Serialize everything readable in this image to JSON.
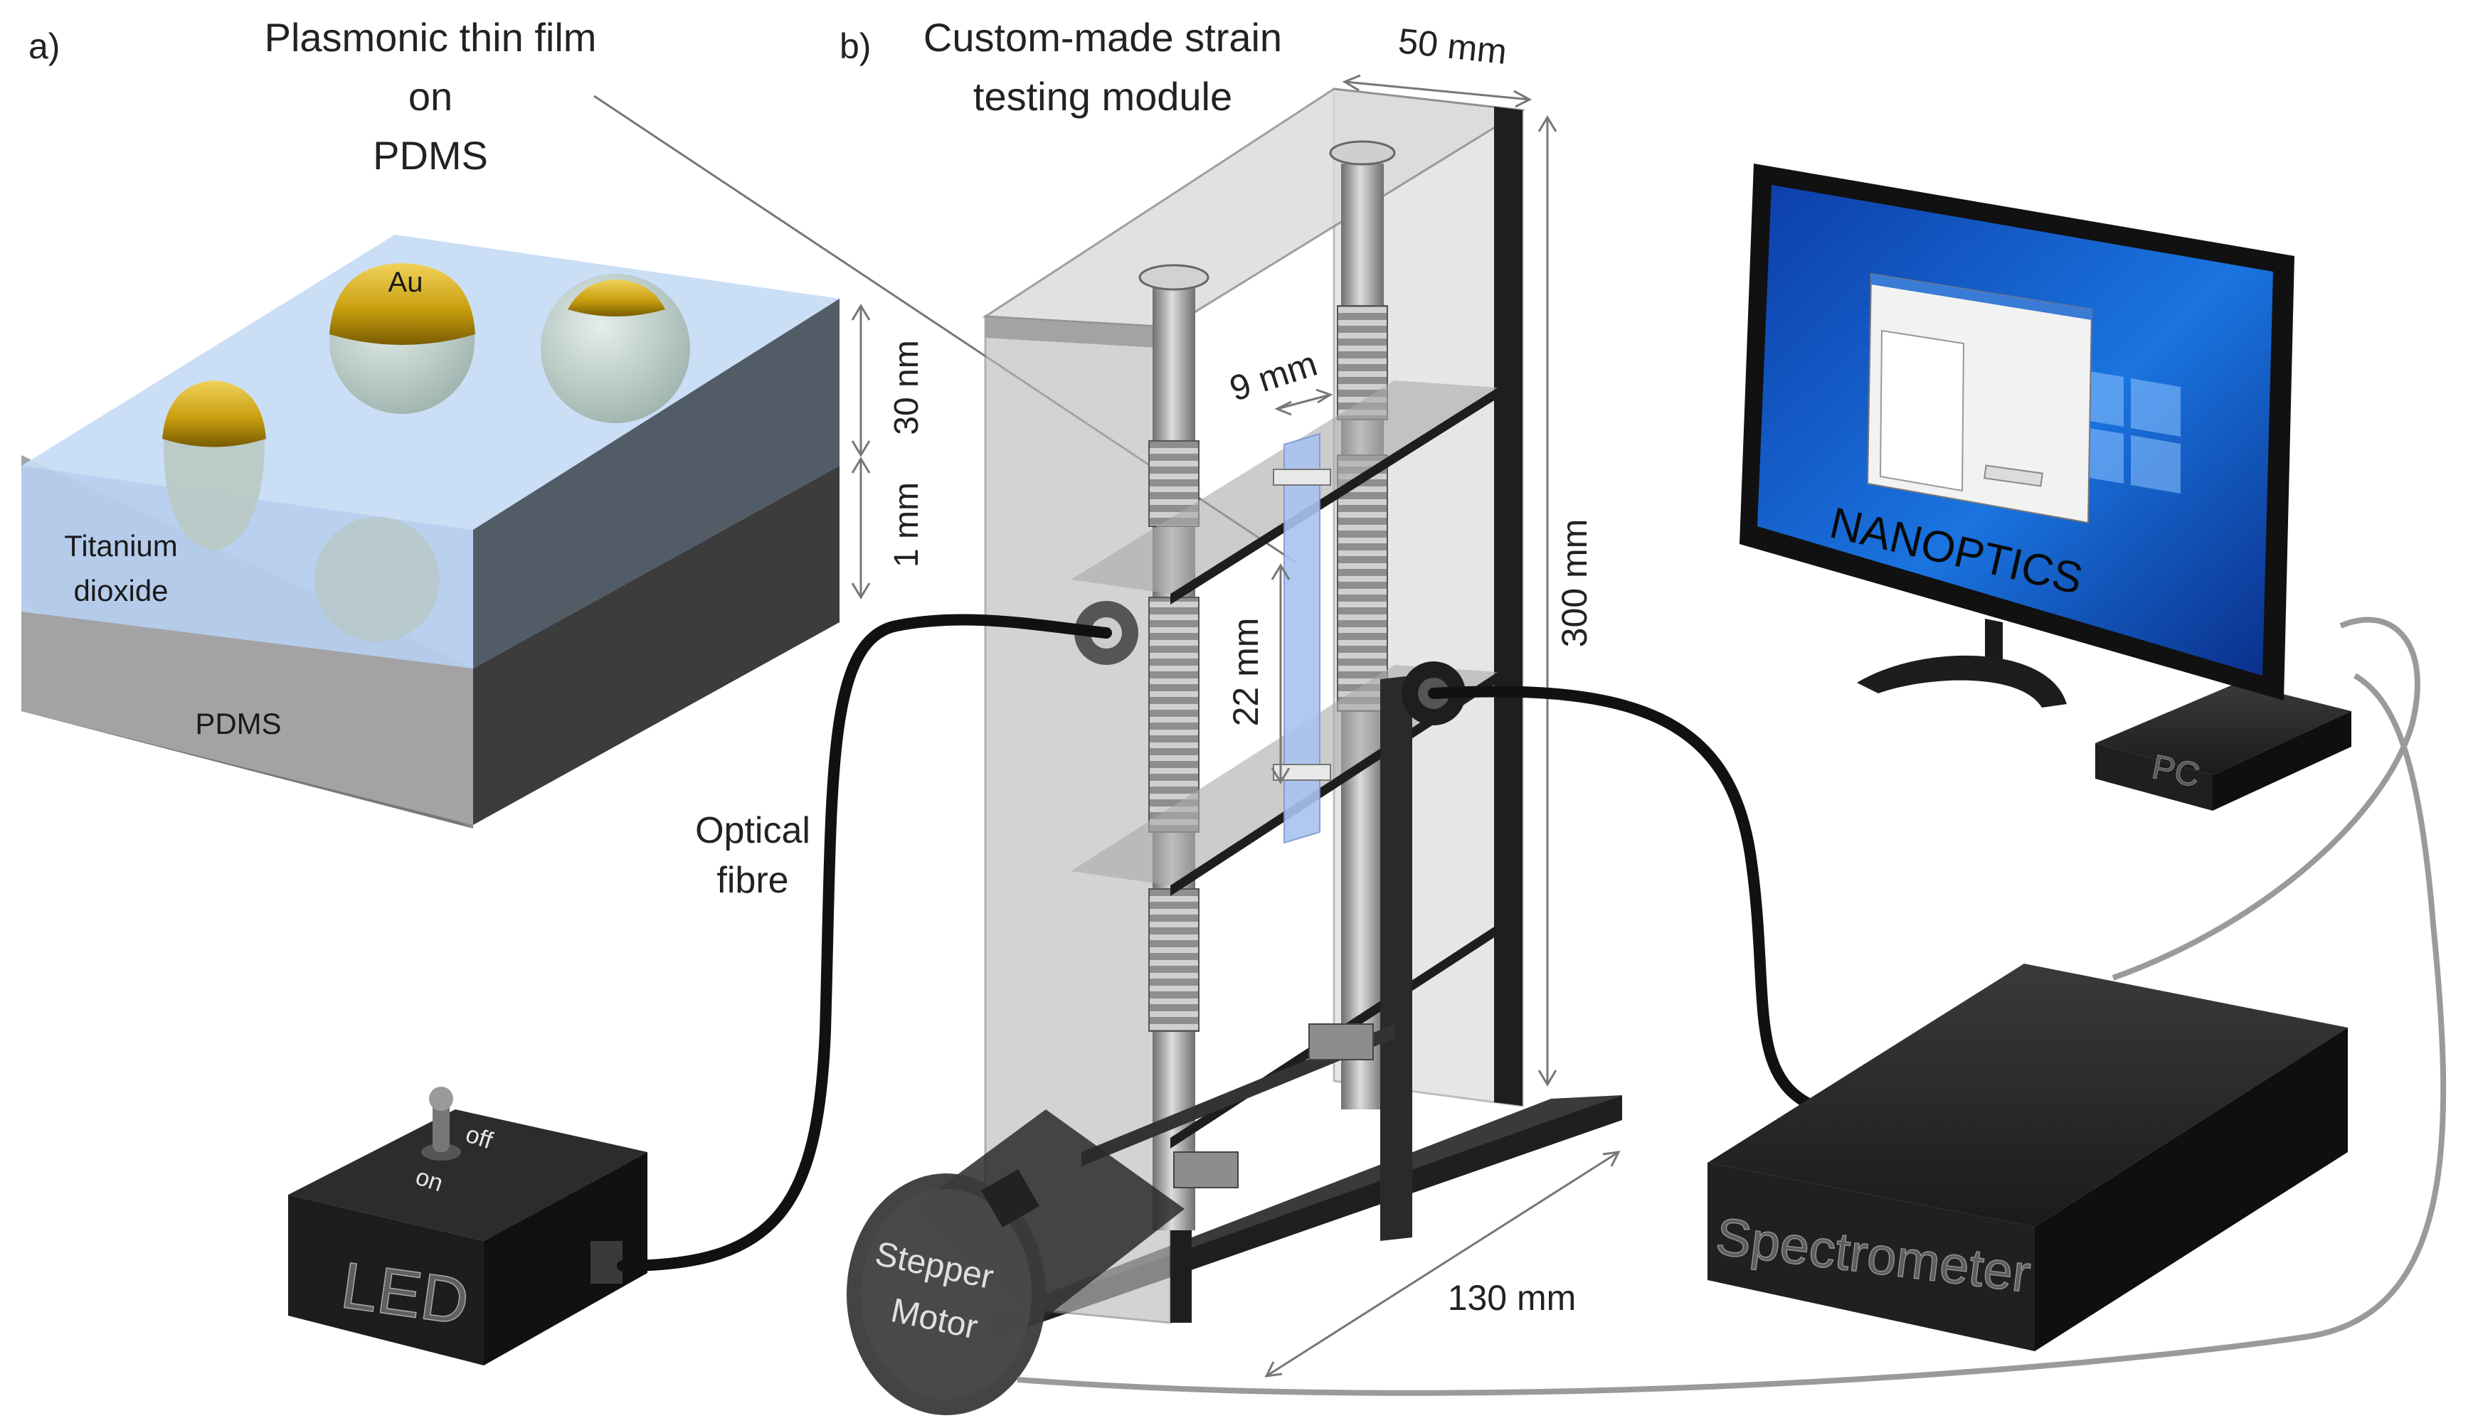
{
  "panel_a": {
    "label": "a)",
    "title": [
      "Plasmonic thin film",
      "on",
      "PDMS"
    ],
    "au_label": "Au",
    "tio2_label": [
      "Titanium",
      "dioxide"
    ],
    "pdms_label": "PDMS",
    "dim_film": "30 nm",
    "dim_substrate": "1 mm"
  },
  "panel_b": {
    "label": "b)",
    "title": [
      "Custom-made strain",
      "testing module"
    ],
    "dim_width": "50 mm",
    "dim_height": "300 mm",
    "dim_depth": "130 mm",
    "dim_sample_width": "9 mm",
    "dim_sample_length": "22 mm",
    "fibre_label": [
      "Optical",
      "fibre"
    ],
    "led_label": "LED",
    "switch_off": "off",
    "switch_on": "on",
    "motor_label": [
      "Stepper",
      "Motor"
    ],
    "spectrometer_label": "Spectrometer",
    "pc_label": "PC",
    "monitor_brand": "NANOPTICS"
  },
  "colors": {
    "film": "#bcd4f3",
    "pdms": "#9a9a9a",
    "gold": "#c9a010",
    "frame": "#2a2a2a",
    "screen": "#1565d8",
    "device": "#1c1c1c"
  }
}
